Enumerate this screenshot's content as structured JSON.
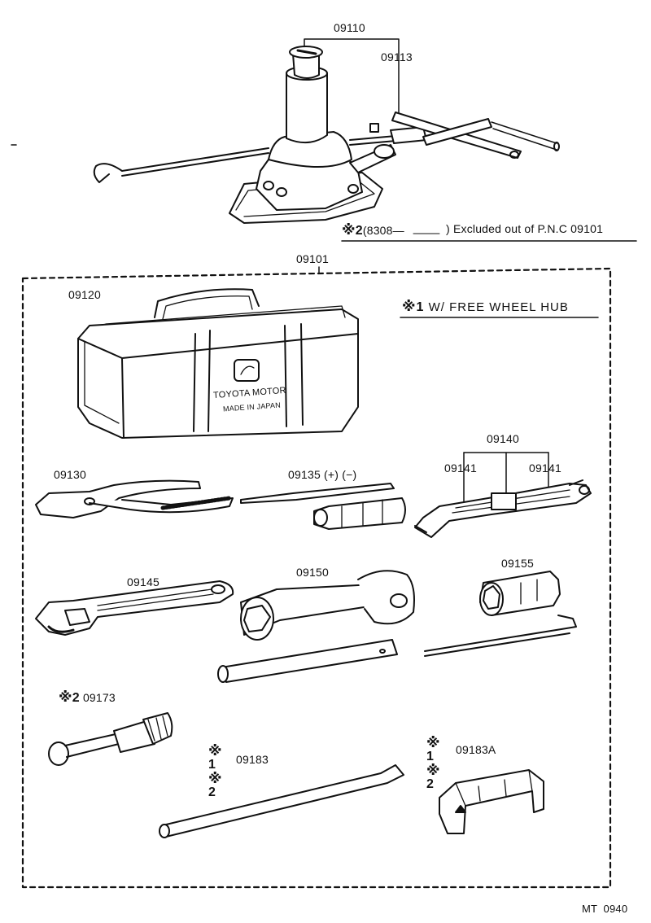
{
  "parts": {
    "jack": "09110",
    "jack_handle": "09113",
    "tool_set": "09101",
    "tool_bag": "09120",
    "pliers": "09130",
    "screwdriver": "09135",
    "screwdriver_note": "(+) (−)",
    "wrench_set": "09140",
    "wrench_left": "09141",
    "wrench_right": "09141",
    "adjustable_wrench": "09145",
    "hub_nut_wrench": "09150",
    "plug_wrench": "09155",
    "air_gauge": "09173",
    "tire_iron": "09183",
    "hub_bracket": "09183A"
  },
  "notes": {
    "mark_symbol": "※",
    "excluded_prefix": "2",
    "excluded_date": "(8308—",
    "excluded_text": ") Excluded out of P.N.C 09101",
    "free_wheel_num": "1",
    "free_wheel_text": "W/ FREE WHEEL HUB",
    "mark_two": "2",
    "mark_one": "1"
  },
  "bag_print": {
    "brand": "TOYOTA MOTOR",
    "origin": "MADE IN JAPAN"
  },
  "footer": {
    "code": "MT  0940"
  }
}
